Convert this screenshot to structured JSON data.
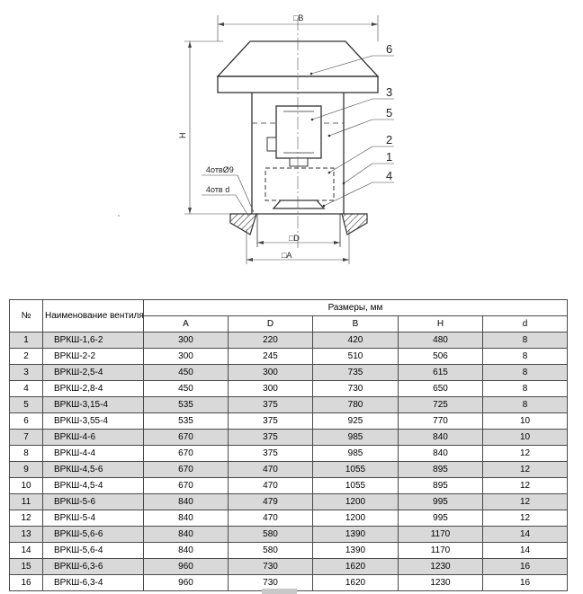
{
  "drawing": {
    "callouts": [
      "6",
      "3",
      "5",
      "2",
      "1",
      "4"
    ],
    "dim_B": "□B",
    "dim_H": "H",
    "dim_D": "□D",
    "dim_A": "□A",
    "holes_9": "4отвØ9",
    "holes_d": "4отв d"
  },
  "table": {
    "col_no": "№",
    "col_name": "Наименование вентилятора",
    "col_dims": "Размеры, мм",
    "sub_cols": [
      "A",
      "D",
      "B",
      "H",
      "d"
    ],
    "rows": [
      [
        "1",
        "ВРКШ-1,6-2",
        "300",
        "220",
        "420",
        "480",
        "8"
      ],
      [
        "2",
        "ВРКШ-2-2",
        "300",
        "245",
        "510",
        "506",
        "8"
      ],
      [
        "3",
        "ВРКШ-2,5-4",
        "450",
        "300",
        "735",
        "615",
        "8"
      ],
      [
        "4",
        "ВРКШ-2,8-4",
        "450",
        "300",
        "730",
        "650",
        "8"
      ],
      [
        "5",
        "ВРКШ-3,15-4",
        "535",
        "375",
        "780",
        "725",
        "8"
      ],
      [
        "6",
        "ВРКШ-3,55-4",
        "535",
        "375",
        "925",
        "770",
        "10"
      ],
      [
        "7",
        "ВРКШ-4-6",
        "670",
        "375",
        "985",
        "840",
        "10"
      ],
      [
        "8",
        "ВРКШ-4-4",
        "670",
        "375",
        "985",
        "840",
        "12"
      ],
      [
        "9",
        "ВРКШ-4,5-6",
        "670",
        "470",
        "1055",
        "895",
        "12"
      ],
      [
        "10",
        "ВРКШ-4,5-4",
        "670",
        "470",
        "1055",
        "895",
        "12"
      ],
      [
        "11",
        "ВРКШ-5-6",
        "840",
        "479",
        "1200",
        "995",
        "12"
      ],
      [
        "12",
        "ВРКШ-5-4",
        "840",
        "470",
        "1200",
        "995",
        "12"
      ],
      [
        "13",
        "ВРКШ-5,6-6",
        "840",
        "580",
        "1390",
        "1170",
        "14"
      ],
      [
        "14",
        "ВРКШ-5,6-4",
        "840",
        "580",
        "1390",
        "1170",
        "14"
      ],
      [
        "15",
        "ВРКШ-6,3-6",
        "960",
        "730",
        "1620",
        "1230",
        "16"
      ],
      [
        "16",
        "ВРКШ-6,3-4",
        "960",
        "730",
        "1620",
        "1230",
        "16"
      ]
    ]
  }
}
